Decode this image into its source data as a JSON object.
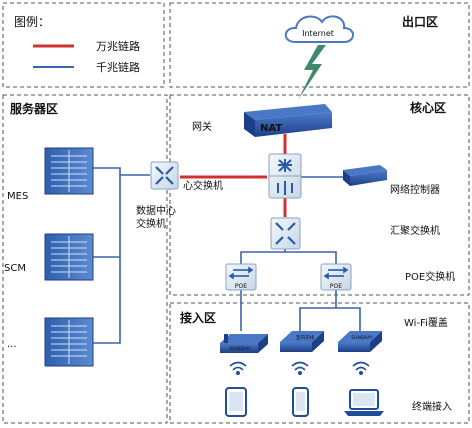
{
  "legend": {
    "title": "图例：",
    "items": [
      {
        "label": "万兆链路",
        "color": "#d0302f"
      },
      {
        "label": "千兆链路",
        "color": "#3a64ad"
      }
    ]
  },
  "zones": {
    "exit": "出口区",
    "core": "核心区",
    "server": "服务器区",
    "access": "接入区"
  },
  "internet": "Internet",
  "nat_badge": "NAT",
  "labels": {
    "gateway": "网关",
    "dc_switch_line1": "数据中心",
    "dc_switch_line2": "交换机",
    "core_switch": "心交换机",
    "network_controller": "网络控制器",
    "aggregation_switch": "汇聚交换机",
    "poe_switch": "POE交换机",
    "wifi": "Wi-Fi覆盖",
    "terminal_access": "终端接入"
  },
  "poe_badge": "POE",
  "servers": [
    "MES",
    "SCM",
    "..."
  ],
  "ap_brands": [
    "SUNDRAY",
    "室内天线",
    "SUNDRAY"
  ],
  "colors": {
    "ten_gig": "#d0302f",
    "gig": "#3a64ad",
    "device_blue": "#2a5aa8",
    "device_dark": "#1d3f86",
    "dash": "#555555"
  }
}
